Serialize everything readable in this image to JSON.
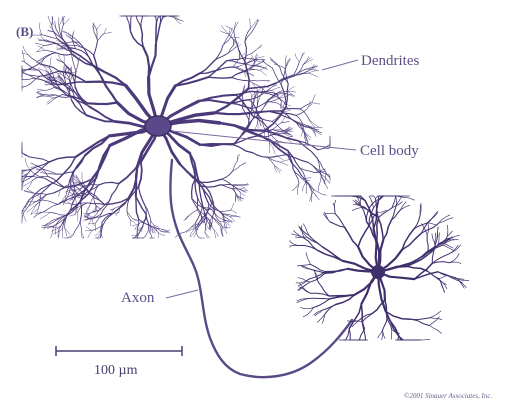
{
  "panel_label": "(B)",
  "labels": {
    "dendrites": "Dendrites",
    "cell_body": "Cell body",
    "axon": "Axon"
  },
  "scale_bar": {
    "label": "100 µm"
  },
  "credit": "©2001 Sinauer Associates, Inc.",
  "colors": {
    "neuron": "#4b3a7a",
    "label": "#5e4e86"
  }
}
